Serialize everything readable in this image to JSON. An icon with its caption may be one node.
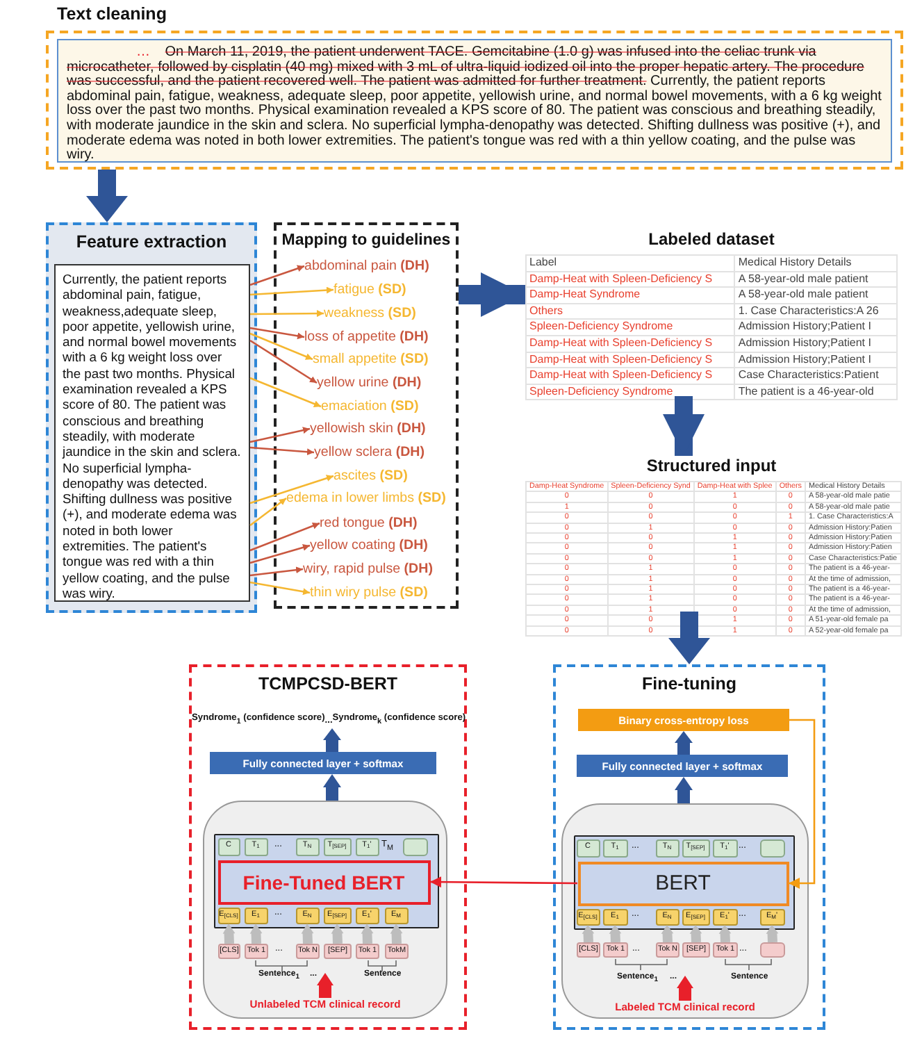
{
  "diagram": {
    "nodes": [
      {
        "text": [
          "Text cleaning"
        ]
      },
      {
        "text": [
          "…",
          "On March 11, 2019, the patient underwent TACE. Gemcitabine (1.0 g) was infused into the celiac trunk via microcatheter, followed by cisplatin (40 mg) mixed with 3 mL of ultra-liquid iodized oil into the proper hepatic artery. The procedure was successful, and the patient recovered well. The patient was admitted for further treatment.",
          "Currently, the patient reports abdominal pain, fatigue, weakness, adequate sleep, poor appetite, yellowish urine, and normal bowel movements, with a 6 kg weight loss over the past two months. Physical examination revealed a KPS score of 80. The patient was conscious and breathing steadily, with moderate jaundice in the skin and sclera. No superficial lympha-denopathy was detected. Shifting dullness was positive (+), and moderate edema was noted in both lower extremities. The patient's tongue was red with a thin yellow coating, and the pulse was wiry."
        ],
        "in": 0
      },
      {
        "text": [
          "Feature extraction"
        ]
      },
      {
        "text": [
          "Currently, the patient reports abdominal pain, fatigue, weakness,adequate sleep, poor appetite, yellowish urine, and normal bowel movements with a 6 kg weight loss over the past two months. Physical examination revealed a KPS score of 80. The patient was conscious and breathing steadily, with moderate jaundice in the skin and sclera. No superficial lympha-denopathy was detected. Shifting dullness was positive (+), and moderate edema was noted in both lower extremities. The patient's tongue was red with a thin yellow coating, and the pulse was wiry."
        ],
        "in": 2
      },
      {
        "text": [
          "Mapping to guidelines"
        ]
      },
      {
        "text": [
          "abdominal pain  **(DH)**"
        ],
        "in": 4
      },
      {
        "text": [
          "fatigue **(SD)**"
        ],
        "in": 4
      },
      {
        "text": [
          "weakness **(SD)**"
        ],
        "in": 4
      },
      {
        "text": [
          "loss of appetite  **(DH)**"
        ],
        "in": 4
      },
      {
        "text": [
          "small appetite **(SD)**"
        ],
        "in": 4
      },
      {
        "text": [
          "yellow urine  **(DH)**"
        ],
        "in": 4
      },
      {
        "text": [
          "emaciation **(SD)**"
        ],
        "in": 4
      },
      {
        "text": [
          "yellowish skin  **(DH)**"
        ],
        "in": 4
      },
      {
        "text": [
          "yellow sclera **(DH)**"
        ],
        "in": 4
      },
      {
        "text": [
          "ascites **(SD)**"
        ],
        "in": 4
      },
      {
        "text": [
          "edema in lower limbs **(SD)**"
        ],
        "in": 4
      },
      {
        "text": [
          "red tongue **(DH)**"
        ],
        "in": 4
      },
      {
        "text": [
          "yellow coating **(DH)**"
        ],
        "in": 4
      },
      {
        "text": [
          "wiry, rapid pulse **(DH)**"
        ],
        "in": 4
      },
      {
        "text": [
          "thin wiry pulse **(SD)**"
        ],
        "in": 4
      },
      {
        "text": [
          "Labeled dataset",
          "Label",
          "Medical History Details",
          "Damp-Heat with Spleen-Deficiency S",
          "A 58-year-old male patient",
          "Damp-Heat Syndrome",
          "A 58-year-old male patient",
          "Others",
          "1. Case Characteristics:A 26",
          "Spleen-Deficiency Syndrome",
          "Admission History;Patient I",
          "Damp-Heat with Spleen-Deficiency S",
          "Admission History;Patient I",
          "Damp-Heat with Spleen-Deficiency S",
          "Admission History;Patient I",
          "Damp-Heat with Spleen-Deficiency S",
          "Case Characteristics:Patient",
          "Spleen-Deficiency Syndrome",
          "The patient is a 46-year-old"
        ]
      },
      {
        "text": [
          "Structured input",
          "Damp-Heat Syndrome",
          "Spleen-Deficiency Synd",
          "Damp-Heat with Splee",
          "Others",
          "Medical History Details",
          "0",
          "0",
          "1",
          "0",
          "A 58-year-old male patie",
          "1",
          "0",
          "0",
          "0",
          "A 58-year-old male patie",
          "0",
          "0",
          "0",
          "1",
          "1. Case Characteristics:A",
          "0",
          "1",
          "0",
          "0",
          "Admission History:Patien",
          "0",
          "0",
          "1",
          "0",
          "Admission History:Patien",
          "0",
          "0",
          "1",
          "0",
          "Admission History:Patien",
          "0",
          "0",
          "1",
          "0",
          "Case Characteristics:Patie",
          "0",
          "1",
          "0",
          "0",
          "The patient is a 46-year-",
          "0",
          "1",
          "0",
          "0",
          "At the time of admission,",
          "0",
          "1",
          "0",
          "0",
          "The patient is a 46-year-",
          "0",
          "1",
          "0",
          "0",
          "The patient is a 46-year-",
          "0",
          "1",
          "0",
          "0",
          "At the time of admission,",
          "0",
          "0",
          "1",
          "0",
          "A 51-year-old female pa",
          "0",
          "0",
          "1",
          "0",
          "A 52-year-old female pa"
        ]
      },
      {
        "text": [
          "TCMPCSD-BERT"
        ]
      },
      {
        "text": [
          "Syndrome$_{1}$ (confidence score)",
          "...",
          "Syndrome$_{k}$ (confidence score)"
        ],
        "in": 22
      },
      {
        "text": [
          "Fully connected layer + softmax"
        ],
        "in": 22
      },
      {
        "text": [],
        "shape": "box",
        "in": 22
      },
      {
        "text": [],
        "shape": "box",
        "in": 25
      },
      {
        "text": [
          "C"
        ],
        "in": 26
      },
      {
        "text": [
          "T$_{1}$"
        ],
        "in": 26
      },
      {
        "text": [
          "T$_{N}$"
        ],
        "in": 26
      },
      {
        "text": [
          "T$_{[SEP]}$"
        ],
        "in": 26
      },
      {
        "text": [
          "T$_{1}$'"
        ],
        "in": 26
      },
      {
        "text": [],
        "shape": "box",
        "in": 26
      },
      {
        "text": [
          "Fine-Tuned BERT"
        ],
        "in": 26
      },
      {
        "text": [
          "E$_{[CLS]}$"
        ],
        "in": 26
      },
      {
        "text": [
          "E$_{1}$"
        ],
        "in": 26
      },
      {
        "text": [
          "E$_{N}$"
        ],
        "in": 26
      },
      {
        "text": [
          "E$_{[SEP]}$"
        ],
        "in": 26
      },
      {
        "text": [
          "E$_{1}$'"
        ],
        "in": 26
      },
      {
        "text": [
          "E$_{M}$"
        ],
        "in": 26
      },
      {
        "text": [
          "[CLS]"
        ],
        "in": 25
      },
      {
        "text": [
          "Tok 1"
        ],
        "in": 25
      },
      {
        "text": [
          "Tok N"
        ],
        "in": 25
      },
      {
        "text": [
          "[SEP]"
        ],
        "in": 25
      },
      {
        "text": [
          "Tok 1"
        ],
        "in": 25
      },
      {
        "text": [
          "TokM"
        ],
        "in": 25
      },
      {
        "text": [
          "Unlabeled TCM clinical record"
        ],
        "in": 25
      },
      {
        "text": [
          "Fine-tuning"
        ]
      },
      {
        "text": [
          "Binary cross-entropy loss"
        ],
        "in": 47
      },
      {
        "text": [
          "Fully connected layer + softmax"
        ],
        "in": 47
      },
      {
        "text": [],
        "shape": "box",
        "in": 47
      },
      {
        "text": [],
        "shape": "box",
        "in": 50
      },
      {
        "text": [
          "C"
        ],
        "in": 51
      },
      {
        "text": [
          "T$_{1}$"
        ],
        "in": 51
      },
      {
        "text": [
          "T$_{N}$"
        ],
        "in": 51
      },
      {
        "text": [
          "T$_{[SEP]}$"
        ],
        "in": 51
      },
      {
        "text": [
          "T$_{1}$'"
        ],
        "in": 51
      },
      {
        "text": [],
        "shape": "box",
        "in": 51
      },
      {
        "text": [
          "BERT"
        ],
        "in": 51
      },
      {
        "text": [
          "E$_{[CLS]}$"
        ],
        "in": 51
      },
      {
        "text": [
          "E$_{1}$"
        ],
        "in": 51
      },
      {
        "text": [
          "E$_{N}$"
        ],
        "in": 51
      },
      {
        "text": [
          "E$_{[SEP]}$"
        ],
        "in": 51
      },
      {
        "text": [
          "E$_{1}$'"
        ],
        "in": 51
      },
      {
        "text": [
          "E$_{M}$'"
        ],
        "in": 51
      },
      {
        "text": [
          "[CLS]"
        ],
        "in": 50
      },
      {
        "text": [
          "Tok 1"
        ],
        "in": 50
      },
      {
        "text": [
          "Tok N"
        ],
        "in": 50
      },
      {
        "text": [
          "[SEP]"
        ],
        "in": 50
      },
      {
        "text": [
          "Tok 1"
        ],
        "in": 50
      },
      {
        "text": [],
        "shape": "box",
        "in": 50
      },
      {
        "text": [
          "Labeled TCM clinical record"
        ],
        "in": 50
      }
    ],
    "edges": [
      {
        "from": 0,
        "to": 2,
        "arrow": "to",
        "style": "thick",
        "color": "#2f5597"
      },
      {
        "from": 3,
        "to": 5,
        "arrow": "to",
        "color": "#c9573f"
      },
      {
        "from": 3,
        "to": 6,
        "arrow": "to",
        "color": "#f5b731"
      },
      {
        "from": 3,
        "to": 7,
        "arrow": "to",
        "color": "#f5b731"
      },
      {
        "from": 3,
        "to": 8,
        "arrow": "to",
        "color": "#c9573f"
      },
      {
        "from": 3,
        "to": 9,
        "arrow": "to",
        "color": "#f5b731"
      },
      {
        "from": 3,
        "to": 10,
        "arrow": "to",
        "color": "#c9573f"
      },
      {
        "from": 3,
        "to": 11,
        "arrow": "to",
        "color": "#f5b731"
      },
      {
        "from": 3,
        "to": 12,
        "arrow": "to",
        "color": "#c9573f"
      },
      {
        "from": 3,
        "to": 13,
        "arrow": "to",
        "color": "#c9573f"
      },
      {
        "from": 3,
        "to": 14,
        "arrow": "to",
        "color": "#f5b731"
      },
      {
        "from": 3,
        "to": 15,
        "arrow": "to",
        "color": "#f5b731"
      },
      {
        "from": 3,
        "to": 16,
        "arrow": "to",
        "color": "#c9573f"
      },
      {
        "from": 3,
        "to": 17,
        "arrow": "to",
        "color": "#c9573f"
      },
      {
        "from": 3,
        "to": 18,
        "arrow": "to",
        "color": "#c9573f"
      },
      {
        "from": 3,
        "to": 19,
        "arrow": "to",
        "color": "#f5b731"
      },
      {
        "from": 4,
        "to": 20,
        "arrow": "to",
        "style": "thick",
        "color": "#2f5597"
      },
      {
        "from": 20,
        "to": 21,
        "arrow": "to",
        "style": "thick",
        "color": "#2f5597"
      },
      {
        "from": 21,
        "to": 47,
        "arrow": "to",
        "style": "thick",
        "color": "#2f5597"
      },
      {
        "from": 25,
        "to": 24,
        "arrow": "to",
        "style": "thick",
        "color": "#2f5597"
      },
      {
        "from": 24,
        "to": 23,
        "arrow": "to",
        "style": "thick",
        "color": "#2f5597"
      },
      {
        "from": 40,
        "to": 34,
        "arrow": "to",
        "style": "thick",
        "color": "#bdbdbd"
      },
      {
        "from": 41,
        "to": 35,
        "arrow": "to",
        "style": "thick",
        "color": "#bdbdbd"
      },
      {
        "from": 42,
        "to": 36,
        "arrow": "to",
        "style": "thick",
        "color": "#bdbdbd"
      },
      {
        "from": 43,
        "to": 37,
        "arrow": "to",
        "style": "thick",
        "color": "#bdbdbd"
      },
      {
        "from": 44,
        "to": 38,
        "arrow": "to",
        "style": "thick",
        "color": "#bdbdbd"
      },
      {
        "from": 45,
        "to": 39,
        "arrow": "to",
        "style": "thick",
        "color": "#bdbdbd"
      },
      {
        "from": 46,
        "to": null,
        "arrow": "to",
        "style": "thick",
        "color": "#e8202a"
      },
      {
        "from": 50,
        "to": 49,
        "arrow": "to",
        "style": "thick",
        "color": "#2f5597"
      },
      {
        "from": 49,
        "to": 48,
        "arrow": "to",
        "style": "thick",
        "color": "#2f5597"
      },
      {
        "from": 48,
        "to": 58,
        "arrow": "to",
        "color": "#f39c12"
      },
      {
        "from": 58,
        "to": 33,
        "arrow": "to",
        "color": "#e8202a"
      },
      {
        "from": 65,
        "to": 59,
        "arrow": "to",
        "style": "thick",
        "color": "#bdbdbd"
      },
      {
        "from": 66,
        "to": 60,
        "arrow": "to",
        "style": "thick",
        "color": "#bdbdbd"
      },
      {
        "from": 67,
        "to": 61,
        "arrow": "to",
        "style": "thick",
        "color": "#bdbdbd"
      },
      {
        "from": 68,
        "to": 62,
        "arrow": "to",
        "style": "thick",
        "color": "#bdbdbd"
      },
      {
        "from": 69,
        "to": 63,
        "arrow": "to",
        "style": "thick",
        "color": "#bdbdbd"
      },
      {
        "from": 70,
        "to": 64,
        "arrow": "to",
        "style": "thick",
        "color": "#bdbdbd"
      },
      {
        "from": 71,
        "to": null,
        "arrow": "to",
        "style": "thick",
        "color": "#e8202a"
      }
    ],
    "labels": [
      "...",
      "T$_{M}$",
      "...",
      "...",
      "Sentence$_{1}$",
      "...",
      "Sentence",
      "...",
      "...",
      "...",
      "...",
      "...",
      "...",
      "Sentence$_{1}$",
      "...",
      "Sentence"
    ]
  }
}
